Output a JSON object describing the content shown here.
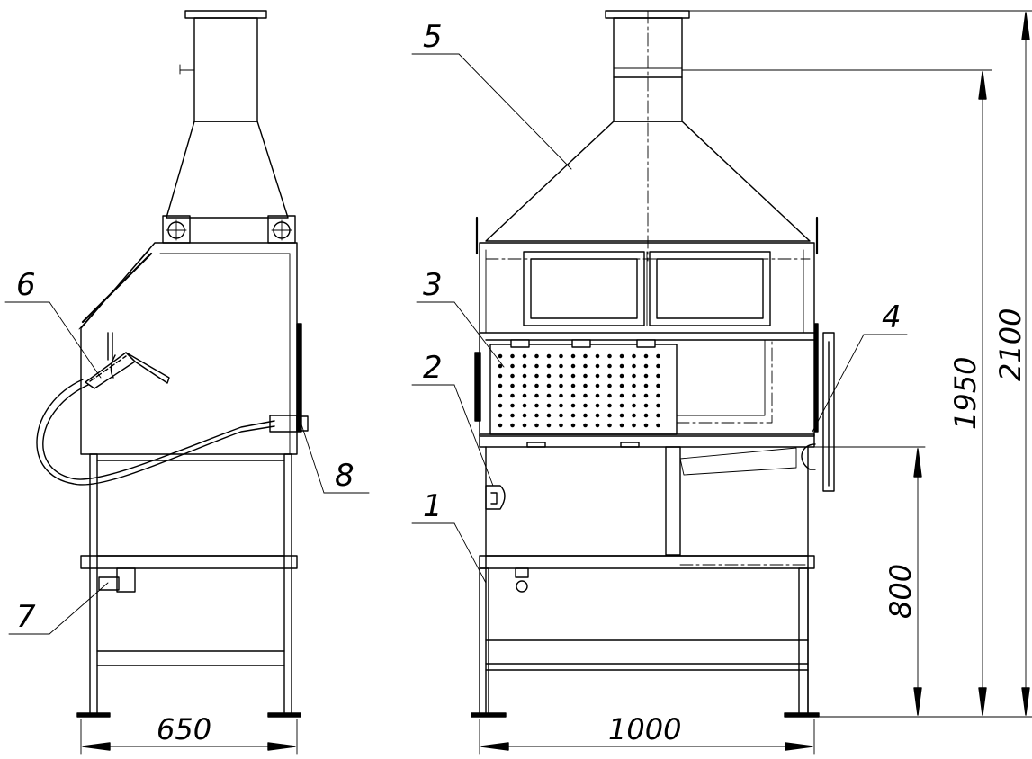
{
  "callouts": {
    "c1": "1",
    "c2": "2",
    "c3": "3",
    "c4": "4",
    "c5": "5",
    "c6": "6",
    "c7": "7",
    "c8": "8"
  },
  "dimensions": {
    "side_width": "650",
    "front_width": "1000",
    "table_height": "800",
    "cabinet_height": "1950",
    "total_height": "2100"
  }
}
